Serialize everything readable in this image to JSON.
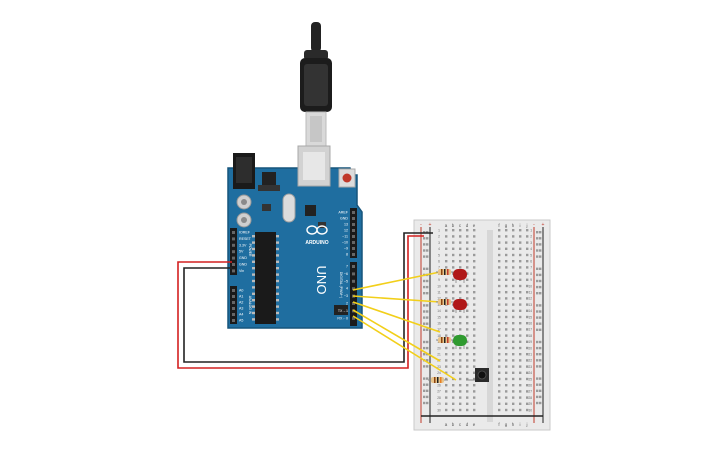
{
  "arduino": {
    "brand": "ARDUINO",
    "model": "UNO",
    "power_pins": [
      "IOREF",
      "RESET",
      "3.3V",
      "5V",
      "GND",
      "GND",
      "Vin"
    ],
    "analog_pins": [
      "A0",
      "A1",
      "A2",
      "A3",
      "A4",
      "A5"
    ],
    "digital_pins_top": [
      "AREF",
      "GND",
      "13",
      "12",
      "~11",
      "~10",
      "~9",
      "8"
    ],
    "digital_pins_bottom": [
      "7",
      "~6",
      "~5",
      "4",
      "~3",
      "2",
      "TX→1",
      "RX←0"
    ],
    "digital_label": "DIGITAL (PWM~)",
    "analog_label": "ANALOG IN",
    "power_label": "POWER"
  },
  "breadboard": {
    "column_labels": [
      "a",
      "b",
      "c",
      "d",
      "e",
      "f",
      "g",
      "h",
      "i",
      "j"
    ],
    "row_numbers": [
      "1",
      "2",
      "3",
      "4",
      "5",
      "6",
      "7",
      "8",
      "9",
      "10",
      "11",
      "12",
      "13",
      "14",
      "15",
      "16",
      "17",
      "18",
      "19",
      "20",
      "21",
      "22",
      "23",
      "24",
      "25",
      "26",
      "27",
      "28",
      "29",
      "30"
    ],
    "rail_plus": "+",
    "rail_minus": "-"
  },
  "components": {
    "leds": [
      {
        "name": "red-led-1",
        "color": "#b01818"
      },
      {
        "name": "red-led-2",
        "color": "#b01818"
      },
      {
        "name": "green-led",
        "color": "#2f9a2f"
      }
    ],
    "wire_colors": {
      "power": "#d42121",
      "ground": "#222222",
      "signal": "#f2cf1a"
    },
    "board_color": "#1f6ea0"
  }
}
